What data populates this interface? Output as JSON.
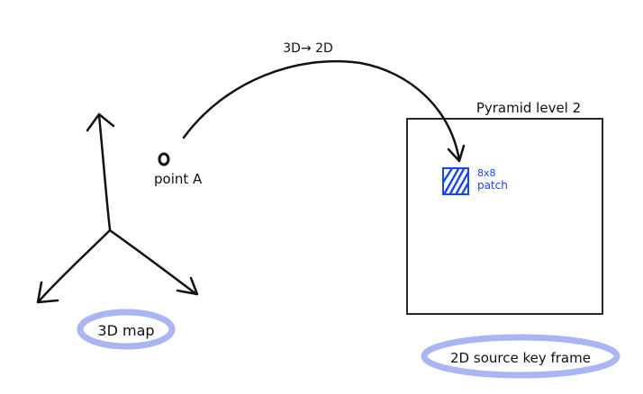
{
  "labels": {
    "transform": "3D→ 2D",
    "point": "point A",
    "pyramid": "Pyramid level 2",
    "patch_line1": "8x8",
    "patch_line2": "patch",
    "map": "3D map",
    "keyframe": "2D source key frame"
  },
  "colors": {
    "ink": "#111111",
    "patch": "#1a45e8",
    "highlight": "#a9b6f3"
  }
}
